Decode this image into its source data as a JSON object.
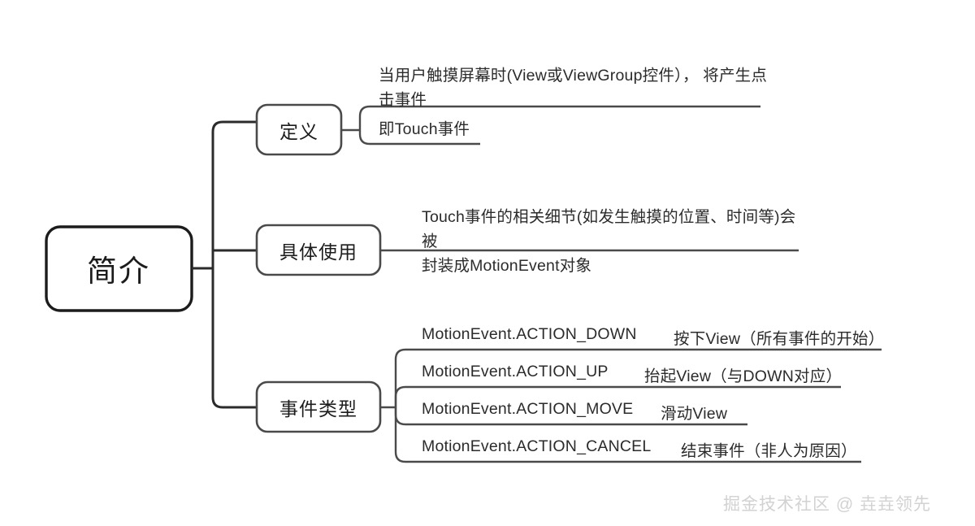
{
  "diagram": {
    "title": "简介",
    "watermark": "掘金技术社区 @ 垚垚领先",
    "colors": {
      "background": "#ffffff",
      "stroke": "#2b2b2b",
      "text": "#1c1c1c",
      "watermark": "#d2d2d2"
    },
    "root": {
      "label": "简介"
    },
    "branches": [
      {
        "label": "定义",
        "leaves": [
          {
            "lines": [
              "当用户触摸屏幕时(View或ViewGroup控件）， 将产生点",
              "击事件"
            ]
          },
          {
            "lines": [
              "即Touch事件"
            ]
          }
        ]
      },
      {
        "label": "具体使用",
        "leaves": [
          {
            "lines": [
              "Touch事件的相关细节(如发生触摸的位置、时间等)会被",
              "封装成MotionEvent对象"
            ]
          }
        ]
      },
      {
        "label": "事件类型",
        "rows": [
          {
            "code": "MotionEvent.ACTION_DOWN",
            "desc": "按下View（所有事件的开始）"
          },
          {
            "code": "MotionEvent.ACTION_UP",
            "desc": "抬起View（与DOWN对应）"
          },
          {
            "code": "MotionEvent.ACTION_MOVE",
            "desc": "滑动View"
          },
          {
            "code": "MotionEvent.ACTION_CANCEL",
            "desc": "结束事件（非人为原因）"
          }
        ]
      }
    ]
  }
}
